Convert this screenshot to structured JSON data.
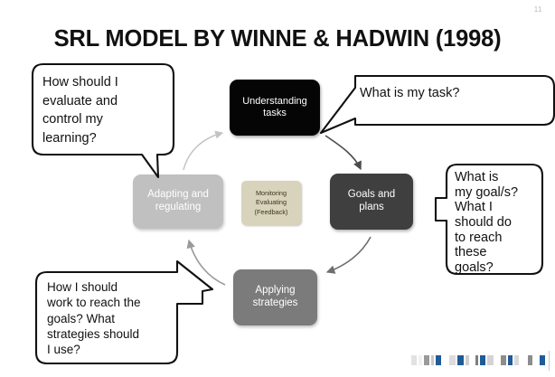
{
  "slide": {
    "page_number": "11",
    "title": "SRL MODEL BY WINNE & HADWIN (1998)",
    "background_color": "#ffffff"
  },
  "process_boxes": [
    {
      "id": "understanding-tasks",
      "label": "Understanding\ntasks",
      "fill": "#050505",
      "text_color": "#ffffff"
    },
    {
      "id": "goals-and-plans",
      "label": "Goals and\nplans",
      "fill": "#3f3f3f",
      "text_color": "#ffffff"
    },
    {
      "id": "applying-strategies",
      "label": "Applying\nstrategies",
      "fill": "#7b7b7b",
      "text_color": "#ffffff"
    },
    {
      "id": "adapting-and-regulating",
      "label": "Adapting and\nregulating",
      "fill": "#c0c0c0",
      "text_color": "#ffffff"
    },
    {
      "id": "monitoring-evaluating-feedback",
      "label": "Monitoring\nEvaluating\n(Feedback)",
      "fill": "#d8d3bb",
      "text_color": "#3a3423"
    }
  ],
  "callouts": [
    {
      "id": "evaluate-control",
      "text": "How should I\nevaluate and\ncontrol my\nlearning?",
      "points_to": "adapting-and-regulating"
    },
    {
      "id": "what-is-my-task",
      "text": "What is my task?",
      "points_to": "understanding-tasks"
    },
    {
      "id": "what-is-my-goal",
      "text": "What is\nmy goal/s?\nWhat I\nshould do\nto reach\nthese\ngoals?",
      "points_to": "goals-and-plans"
    },
    {
      "id": "which-strategies",
      "text": "How I should\nwork to reach the\ngoals? What\nstrategies should\nI use?",
      "points_to": "applying-strategies"
    }
  ],
  "cycle_arrows": [
    {
      "id": "adapting-to-understanding",
      "from": "adapting-and-regulating",
      "to": "understanding-tasks",
      "color": "#c3c3c3"
    },
    {
      "id": "understanding-to-goals",
      "from": "understanding-tasks",
      "to": "goals-and-plans",
      "color": "#4a4a4a"
    },
    {
      "id": "goals-to-applying",
      "from": "goals-and-plans",
      "to": "applying-strategies",
      "color": "#6e6e6e"
    },
    {
      "id": "applying-to-adapting",
      "from": "applying-strategies",
      "to": "adapting-and-regulating",
      "color": "#9a9a9a"
    }
  ],
  "bottom_strip": {
    "squares": [
      {
        "color": "#e2e2e2",
        "width": 9
      },
      {
        "color": "#f2f2f2",
        "width": 5
      },
      {
        "color": "#9a9a9a",
        "width": 9
      },
      {
        "color": "#c8c8c8",
        "width": 5
      },
      {
        "color": "#1f5b96",
        "width": 8
      },
      {
        "color": "#ffffff",
        "width": 7
      },
      {
        "color": "#dcdcdc",
        "width": 11
      },
      {
        "color": "#1f5b96",
        "width": 9
      },
      {
        "color": "#cfcfcf",
        "width": 6
      },
      {
        "color": "#ffffff",
        "width": 4
      },
      {
        "color": "#7e7e7e",
        "width": 5
      },
      {
        "color": "#1f5b96",
        "width": 9
      },
      {
        "color": "#d4d4d4",
        "width": 10
      },
      {
        "color": "#ffffff",
        "width": 6
      },
      {
        "color": "#8d8d8d",
        "width": 8
      },
      {
        "color": "#1f5b96",
        "width": 8
      },
      {
        "color": "#d9d9d9",
        "width": 7
      },
      {
        "color": "#ffffff",
        "width": 9
      },
      {
        "color": "#8d8d8d",
        "width": 7
      },
      {
        "color": "#ffffff",
        "width": 6
      },
      {
        "color": "#1f5b96",
        "width": 8
      }
    ]
  }
}
